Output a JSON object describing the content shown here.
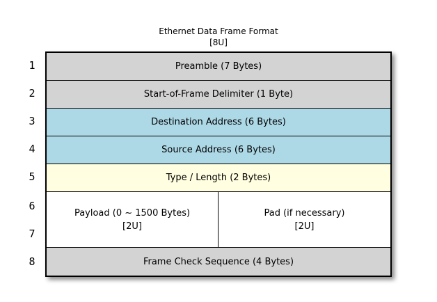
{
  "title": {
    "line1": "Ethernet Data Frame Format",
    "line2": "[8U]"
  },
  "unit_numbers": [
    "1",
    "2",
    "3",
    "4",
    "5",
    "6",
    "7",
    "8"
  ],
  "cells": {
    "preamble": {
      "label": "Preamble (7 Bytes)",
      "color": "#d3d3d3"
    },
    "sfd": {
      "label": "Start-of-Frame Delimiter (1 Byte)",
      "color": "#d3d3d3"
    },
    "destination": {
      "label": "Destination Address (6 Bytes)",
      "color": "#add8e6"
    },
    "source": {
      "label": "Source Address (6 Bytes)",
      "color": "#add8e6"
    },
    "type_length": {
      "label": "Type / Length (2 Bytes)",
      "color": "#fffee0"
    },
    "payload": {
      "line1": "Payload (0 ~ 1500 Bytes)",
      "line2": "[2U]",
      "color": "#ffffff"
    },
    "pad": {
      "line1": "Pad (if necessary)",
      "line2": "[2U]",
      "color": "#ffffff"
    },
    "fcs": {
      "label": "Frame Check Sequence (4 Bytes)",
      "color": "#d3d3d3"
    }
  }
}
